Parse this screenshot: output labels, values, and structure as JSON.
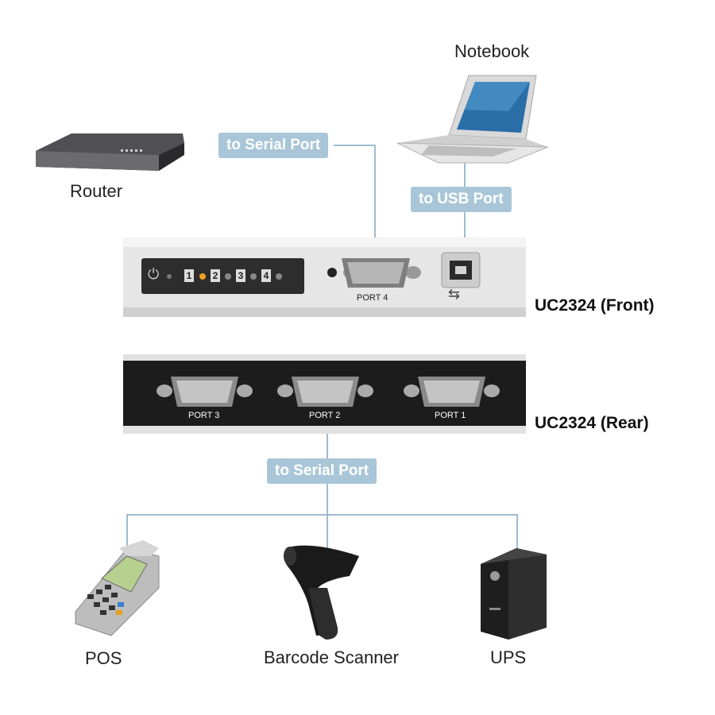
{
  "devices": {
    "notebook": "Notebook",
    "router": "Router",
    "pos": "POS",
    "scanner": "Barcode Scanner",
    "ups": "UPS"
  },
  "connections": {
    "router_link": "to Serial Port",
    "notebook_link": "to USB Port",
    "rear_link": "to Serial Port"
  },
  "hub": {
    "front_title": "UC2324 (Front)",
    "rear_title": "UC2324 (Rear)",
    "front_port": "PORT 4",
    "rear_ports": [
      "PORT 3",
      "PORT 2",
      "PORT 1"
    ],
    "led_numbers": [
      "1",
      "2",
      "3",
      "4"
    ]
  },
  "colors": {
    "pill": "#a9c6d8",
    "line": "#9fbccf",
    "led_active": "#f0a020"
  }
}
